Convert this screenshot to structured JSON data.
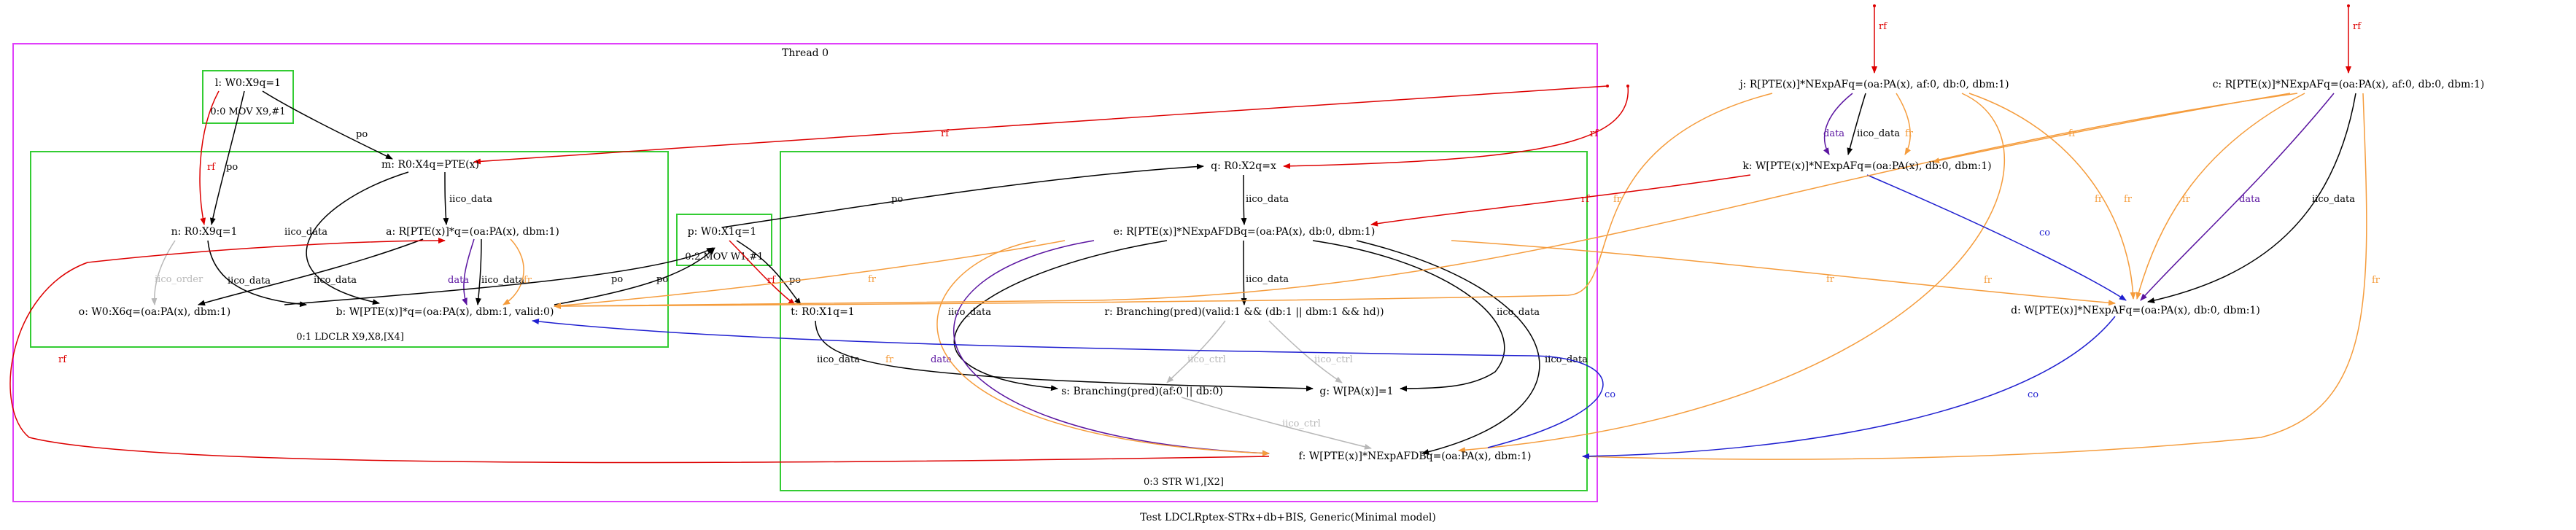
{
  "caption": "Test LDCLRptex-STRx+db+BIS, Generic(Minimal model)",
  "thread_title": "Thread 0",
  "colors": {
    "thread_box": "#e040fb",
    "instr_box": "#33cc33",
    "black": "#000000",
    "rf": "#dd0000",
    "fr": "#f59c3c",
    "data": "#5a14a0",
    "co": "#1f1fd0",
    "ctrl": "#b8b8b8"
  },
  "nodes": {
    "l": "l: W0:X9q=1",
    "m": "m: R0:X4q=PTE(x)",
    "n": "n: R0:X9q=1",
    "a": "a: R[PTE(x)]*q=(oa:PA(x), dbm:1)",
    "o": "o: W0:X6q=(oa:PA(x), dbm:1)",
    "b": "b: W[PTE(x)]*q=(oa:PA(x), dbm:1, valid:0)",
    "p": "p: W0:X1q=1",
    "t": "t: R0:X1q=1",
    "q": "q: R0:X2q=x",
    "e": "e: R[PTE(x)]*NExpAFDBq=(oa:PA(x), db:0, dbm:1)",
    "r": "r: Branching(pred)(valid:1 && (db:1 || dbm:1 && hd))",
    "s": "s: Branching(pred)(af:0 || db:0)",
    "g": "g: W[PA(x)]=1",
    "f": "f: W[PTE(x)]*NExpAFDBq=(oa:PA(x), dbm:1)",
    "j": "j: R[PTE(x)]*NExpAFq=(oa:PA(x), af:0, db:0, dbm:1)",
    "k": "k: W[PTE(x)]*NExpAFq=(oa:PA(x), db:0, dbm:1)",
    "c": "c: R[PTE(x)]*NExpAFq=(oa:PA(x), af:0, db:0, dbm:1)",
    "d": "d: W[PTE(x)]*NExpAFq=(oa:PA(x), db:0, dbm:1)"
  },
  "instr_labels": {
    "mov_x9": "0:0 MOV X9,#1",
    "ldclr": "0:1 LDCLR X9,X8,[X4]",
    "mov_w1": "0:2 MOV W1,#1",
    "str": "0:3 STR W1,[X2]"
  },
  "edge_labels": {
    "po": "po",
    "rf": "rf",
    "fr": "fr",
    "data": "data",
    "co": "co",
    "iico_data": "iico_data",
    "iico_order": "iico_order",
    "iico_ctrl": "iico_ctrl",
    "rf_upper": "rf",
    "rf_j": "rf",
    "rf_c": "rf",
    "rf_long": "rf",
    "fr_mid": "fr",
    "fr_right": "fr"
  }
}
